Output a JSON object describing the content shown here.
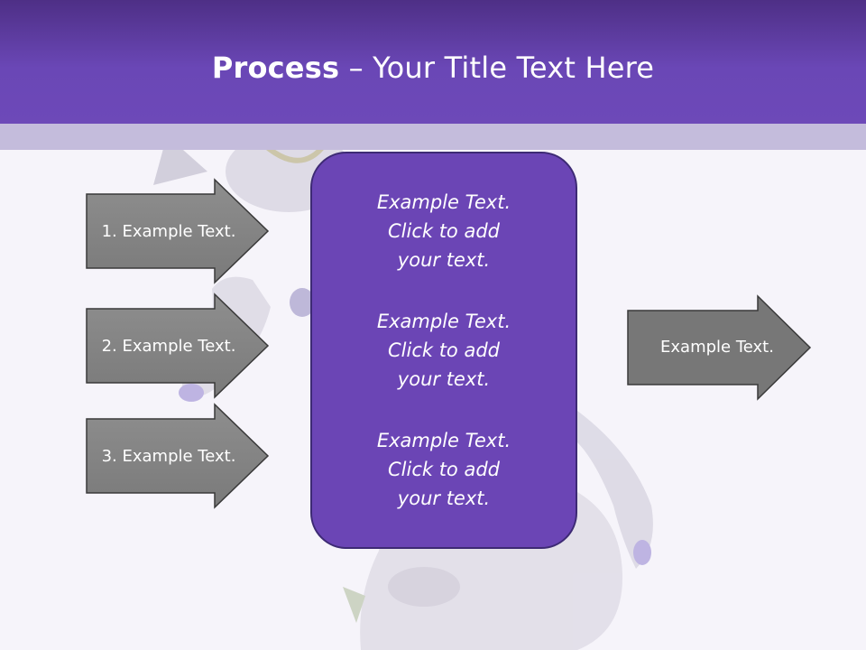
{
  "slide": {
    "title_strong": "Process",
    "title_rest": " – Your Title Text Here"
  },
  "inputs": [
    {
      "label": "1. Example Text."
    },
    {
      "label": "2. Example Text."
    },
    {
      "label": "3. Example Text."
    }
  ],
  "center_box": {
    "items": [
      "Example Text.\nClick  to add\nyour text.",
      "Example Text.\nClick  to add\nyour text.",
      "Example Text.\nClick  to add\nyour text."
    ]
  },
  "output": {
    "label": "Example Text."
  },
  "colors": {
    "title_bar": "#6a47b6",
    "title_stripe": "#c4bcdc",
    "box_fill": "#6b45b5",
    "box_border": "#3d2a74",
    "arrow_fill_light": "#8c8c8c",
    "arrow_fill_dark": "#767676",
    "arrow_stroke": "#3a3a3a"
  }
}
